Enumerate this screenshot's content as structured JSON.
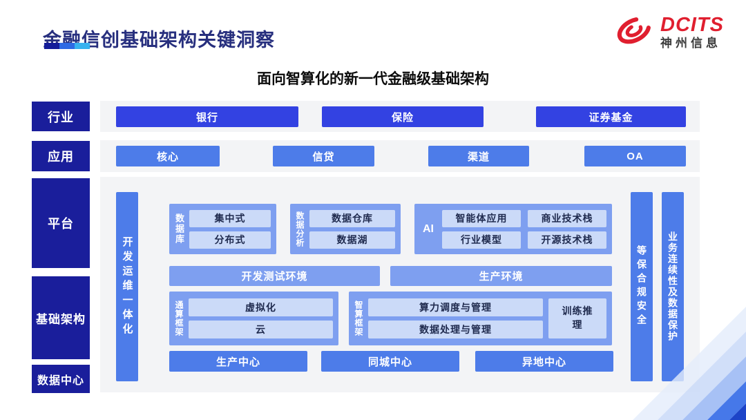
{
  "header": {
    "title": "金融信创基础架构关键洞察",
    "logo": {
      "brand": "DCITS",
      "company": "神州信息"
    }
  },
  "subtitle": "面向智算化的新一代金融级基础架构",
  "side_labels": {
    "industry": "行业",
    "application": "应用",
    "platform": "平台",
    "infrastructure": "基础架构",
    "datacenter": "数据中心"
  },
  "industry_row": {
    "items": [
      "银行",
      "保险",
      "证券基金"
    ]
  },
  "application_row": {
    "items": [
      "核心",
      "信贷",
      "渠道",
      "OA"
    ]
  },
  "platform": {
    "devops_bar": "开发运维一体化",
    "database": {
      "label": "数据库",
      "items": [
        "集中式",
        "分布式"
      ]
    },
    "analytics": {
      "label": "数据分析",
      "items": [
        "数据仓库",
        "数据湖"
      ]
    },
    "ai": {
      "label": "AI",
      "items": [
        "智能体应用",
        "商业技术栈",
        "行业模型",
        "开源技术栈"
      ]
    },
    "environments": [
      "开发测试环境",
      "生产环境"
    ],
    "general_compute": {
      "label": "通算框架",
      "items": [
        "虚拟化",
        "云"
      ]
    },
    "intelligent_compute": {
      "label": "智算框架",
      "items": [
        "算力调度与管理",
        "数据处理与管理"
      ],
      "side_item": "训练推理"
    },
    "centers": [
      "生产中心",
      "同城中心",
      "异地中心"
    ],
    "security_bar": "等保合规安全",
    "continuity_bar": "业务连续性及数据保护"
  },
  "colors": {
    "navy": "#1a1e9b",
    "royal_blue": "#3342e2",
    "medium_blue": "#4d7ce9",
    "group_blue": "#7e9ff0",
    "pale_blue": "#cbdaf8",
    "title_indigo": "#272f7e",
    "brand_red": "#e01f2f"
  }
}
